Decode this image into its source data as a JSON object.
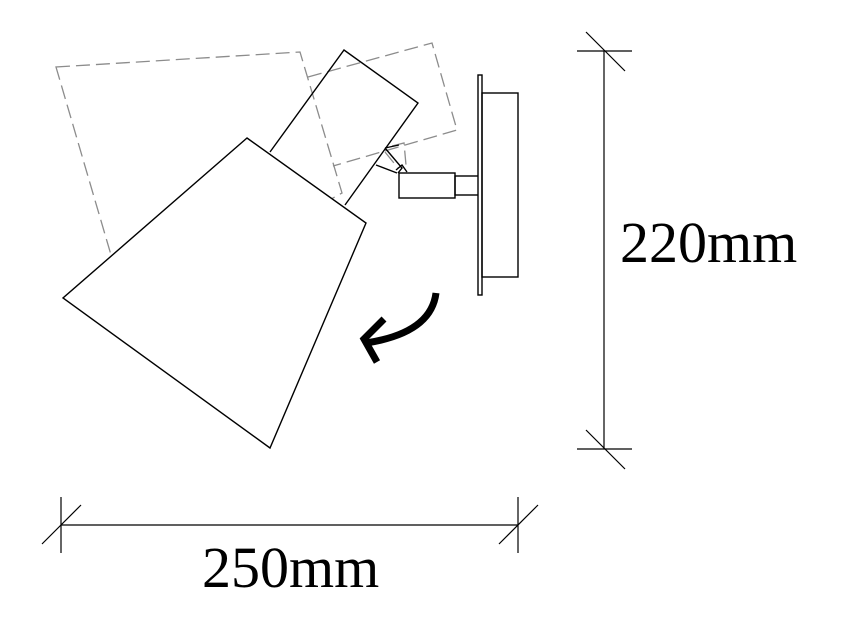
{
  "diagram": {
    "title": "Adjustable wall spotlight dimension drawing",
    "dimensions": {
      "height": {
        "label": "220mm",
        "value": 220,
        "unit": "mm"
      },
      "width": {
        "label": "250mm",
        "value": 250,
        "unit": "mm"
      }
    },
    "components": {
      "lamp_shade": "Lamp shade (current position)",
      "lamp_neck": "Lamp neck",
      "ghost_shade": "Alternative shade position (dashed)",
      "ghost_neck": "Alternative neck position (dashed)",
      "pivot_joint": "Pivot joint",
      "socket": "Socket housing",
      "arm": "Connecting arm",
      "wall_plate": "Wall mounting plate",
      "back_box": "Back box",
      "rotation_arrow": "Rotation direction arrow"
    },
    "colors": {
      "line": "#000000",
      "ghost_line": "#8c8c8c",
      "background": "#ffffff"
    }
  }
}
